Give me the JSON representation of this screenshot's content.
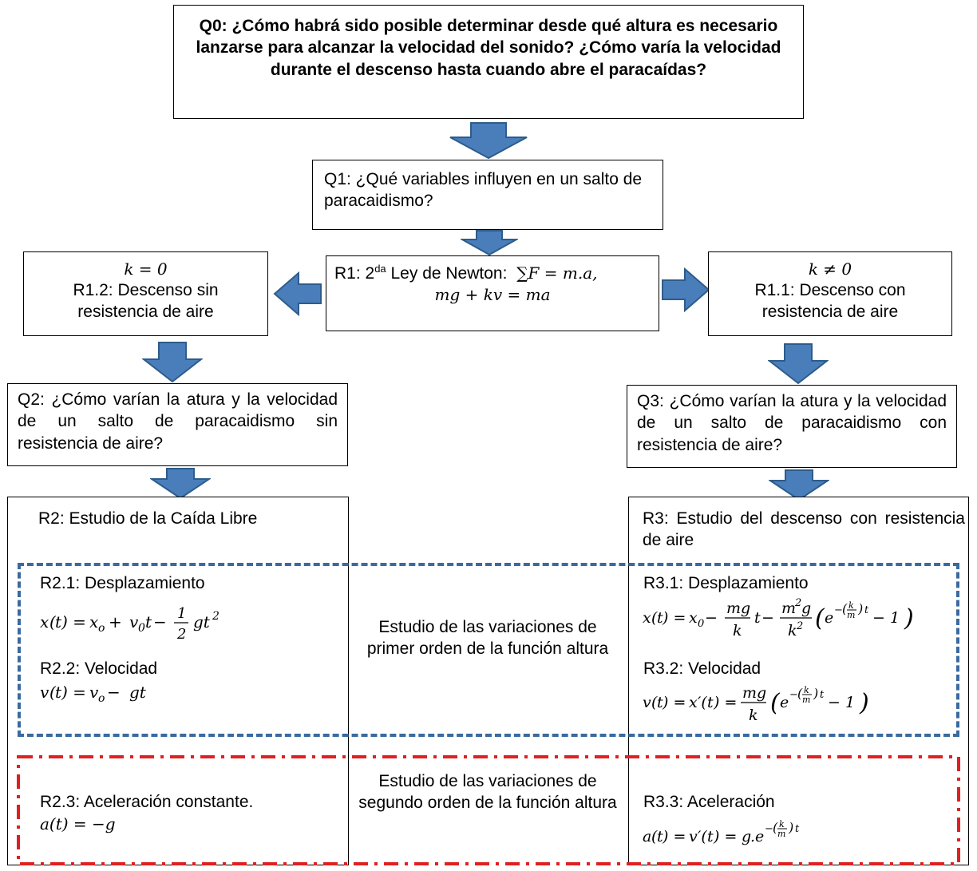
{
  "q0": {
    "text": "Q0: ¿Cómo habrá sido posible determinar desde qué altura es necesario lanzarse para alcanzar la velocidad del sonido? ¿Cómo varía la velocidad durante el descenso hasta cuando abre el paracaídas?"
  },
  "q1": {
    "text": "Q1: ¿Qué variables influyen en un salto de paracaidismo?"
  },
  "r1": {
    "label": "R1: 2da Ley de Newton:",
    "eq1": "∑F = m.a,",
    "eq2": "mg + kv = ma"
  },
  "r12": {
    "cond": "k = 0",
    "text": "R1.2: Descenso sin resistencia de aire"
  },
  "r11": {
    "cond": "k ≠ 0",
    "text": "R1.1: Descenso con resistencia de aire"
  },
  "q2": {
    "text": "Q2: ¿Cómo varían la atura y la velocidad de un salto de paracaidismo sin resistencia de aire?"
  },
  "q3": {
    "text": "Q3: ¿Cómo varían la atura y la velocidad de un salto de paracaidismo con resistencia de aire?"
  },
  "r2": {
    "title": "R2: Estudio de la Caída Libre",
    "r21_label": "R2.1: Desplazamiento",
    "r22_label": "R2.2: Velocidad",
    "r22_eq": "v(t) = vo − gt",
    "r23_label": "R2.3: Aceleración constante.",
    "r23_eq": "a(t) = −g"
  },
  "r3": {
    "title": "R3: Estudio del descenso con resistencia de aire",
    "r31_label": "R3.1: Desplazamiento",
    "r32_label": "R3.2: Velocidad",
    "r33_label": "R3.3: Aceleración"
  },
  "middle": {
    "first_order": "Estudio de las variaciones de primer orden de la función altura",
    "second_order": "Estudio de las variaciones de segundo orden de la función altura"
  },
  "colors": {
    "arrow": "#4a7ebb",
    "arrow_stroke": "#2e5c8a",
    "blue_dash": "#3a6aa0",
    "red_dash": "#e02020"
  }
}
